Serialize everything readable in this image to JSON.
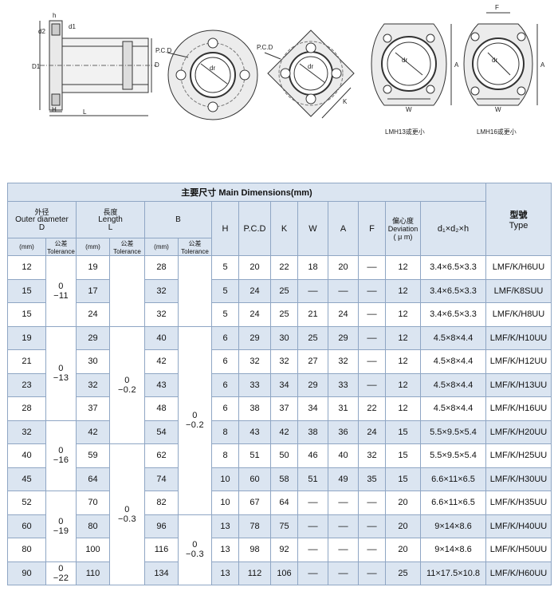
{
  "drawings": {
    "side_view": {
      "labels": [
        "h",
        "d2",
        "d1",
        "D1",
        "D",
        "H",
        "L"
      ]
    },
    "round_flange": {
      "labels": [
        "P.C.D",
        "dr"
      ]
    },
    "square_flange": {
      "labels": [
        "P.C.D",
        "dr",
        "K"
      ]
    },
    "lmh13": {
      "labels": [
        "dr",
        "A",
        "W"
      ],
      "caption": "LMH13或更小"
    },
    "lmh16": {
      "labels": [
        "F",
        "dr",
        "A",
        "W"
      ],
      "caption": "LMH16或更小"
    }
  },
  "table": {
    "title": "主要尺寸  Main Dimensions(mm)",
    "headers": {
      "outer_diameter": {
        "cn": "外径",
        "en": "Outer diameter",
        "sym": "D",
        "unit": "(mm)",
        "tol_cn": "公差",
        "tol_en": "Tolerance"
      },
      "length": {
        "cn": "長度",
        "en": "Length",
        "sym": "L",
        "unit": "(mm)",
        "tol_cn": "公差",
        "tol_en": "Tolerance"
      },
      "b": {
        "sym": "B",
        "unit": "(mm)",
        "tol_cn": "公差",
        "tol_en": "Tolerance"
      },
      "h": "H",
      "pcd": "P.C.D",
      "k": "K",
      "w": "W",
      "a": "A",
      "f": "F",
      "deviation": {
        "cn": "偏心度",
        "en": "Deviation",
        "unit": "( μ m)"
      },
      "bolt": "d₁×d₂×h",
      "type": {
        "cn": "型號",
        "en": "Type"
      }
    },
    "tolerances": {
      "D": [
        {
          "rows": 3,
          "top": "0",
          "bottom": "−11"
        },
        {
          "rows": 4,
          "top": "0",
          "bottom": "−13"
        },
        {
          "rows": 3,
          "top": "0",
          "bottom": "−16"
        },
        {
          "rows": 3,
          "top": "0",
          "bottom": "−19"
        },
        {
          "rows": 1,
          "top": "0",
          "bottom": "−22"
        }
      ],
      "L": [
        {
          "rows": 3,
          "top": "",
          "bottom": ""
        },
        {
          "rows": 5,
          "top": "0",
          "bottom": "−0.2"
        },
        {
          "rows": 6,
          "top": "0",
          "bottom": "−0.3"
        }
      ],
      "B": [
        {
          "rows": 3,
          "top": "",
          "bottom": ""
        },
        {
          "rows": 8,
          "top": "0",
          "bottom": "−0.2"
        },
        {
          "rows": 3,
          "top": "0",
          "bottom": "−0.3"
        }
      ]
    },
    "rows": [
      {
        "D": "12",
        "L": "19",
        "B": "28",
        "H": "5",
        "PCD": "20",
        "K": "22",
        "W": "18",
        "A": "20",
        "F": "––",
        "dev": "12",
        "bolt": "3.4×6.5×3.3",
        "type": "LMF/K/H6UU"
      },
      {
        "D": "15",
        "L": "17",
        "B": "32",
        "H": "5",
        "PCD": "24",
        "K": "25",
        "W": "––",
        "A": "––",
        "F": "––",
        "dev": "12",
        "bolt": "3.4×6.5×3.3",
        "type": "LMF/K8SUU"
      },
      {
        "D": "15",
        "L": "24",
        "B": "32",
        "H": "5",
        "PCD": "24",
        "K": "25",
        "W": "21",
        "A": "24",
        "F": "––",
        "dev": "12",
        "bolt": "3.4×6.5×3.3",
        "type": "LMF/K/H8UU"
      },
      {
        "D": "19",
        "L": "29",
        "B": "40",
        "H": "6",
        "PCD": "29",
        "K": "30",
        "W": "25",
        "A": "29",
        "F": "––",
        "dev": "12",
        "bolt": "4.5×8×4.4",
        "type": "LMF/K/H10UU"
      },
      {
        "D": "21",
        "L": "30",
        "B": "42",
        "H": "6",
        "PCD": "32",
        "K": "32",
        "W": "27",
        "A": "32",
        "F": "––",
        "dev": "12",
        "bolt": "4.5×8×4.4",
        "type": "LMF/K/H12UU"
      },
      {
        "D": "23",
        "L": "32",
        "B": "43",
        "H": "6",
        "PCD": "33",
        "K": "34",
        "W": "29",
        "A": "33",
        "F": "––",
        "dev": "12",
        "bolt": "4.5×8×4.4",
        "type": "LMF/K/H13UU"
      },
      {
        "D": "28",
        "L": "37",
        "B": "48",
        "H": "6",
        "PCD": "38",
        "K": "37",
        "W": "34",
        "A": "31",
        "F": "22",
        "dev": "12",
        "bolt": "4.5×8×4.4",
        "type": "LMF/K/H16UU"
      },
      {
        "D": "32",
        "L": "42",
        "B": "54",
        "H": "8",
        "PCD": "43",
        "K": "42",
        "W": "38",
        "A": "36",
        "F": "24",
        "dev": "15",
        "bolt": "5.5×9.5×5.4",
        "type": "LMF/K/H20UU"
      },
      {
        "D": "40",
        "L": "59",
        "B": "62",
        "H": "8",
        "PCD": "51",
        "K": "50",
        "W": "46",
        "A": "40",
        "F": "32",
        "dev": "15",
        "bolt": "5.5×9.5×5.4",
        "type": "LMF/K/H25UU"
      },
      {
        "D": "45",
        "L": "64",
        "B": "74",
        "H": "10",
        "PCD": "60",
        "K": "58",
        "W": "51",
        "A": "49",
        "F": "35",
        "dev": "15",
        "bolt": "6.6×11×6.5",
        "type": "LMF/K/H30UU"
      },
      {
        "D": "52",
        "L": "70",
        "B": "82",
        "H": "10",
        "PCD": "67",
        "K": "64",
        "W": "––",
        "A": "––",
        "F": "––",
        "dev": "20",
        "bolt": "6.6×11×6.5",
        "type": "LMF/K/H35UU"
      },
      {
        "D": "60",
        "L": "80",
        "B": "96",
        "H": "13",
        "PCD": "78",
        "K": "75",
        "W": "––",
        "A": "––",
        "F": "––",
        "dev": "20",
        "bolt": "9×14×8.6",
        "type": "LMF/K/H40UU"
      },
      {
        "D": "80",
        "L": "100",
        "B": "116",
        "H": "13",
        "PCD": "98",
        "K": "92",
        "W": "––",
        "A": "––",
        "F": "––",
        "dev": "20",
        "bolt": "9×14×8.6",
        "type": "LMF/K/H50UU"
      },
      {
        "D": "90",
        "L": "110",
        "B": "134",
        "H": "13",
        "PCD": "112",
        "K": "106",
        "W": "––",
        "A": "––",
        "F": "––",
        "dev": "25",
        "bolt": "11×17.5×10.8",
        "type": "LMF/K/H60UU"
      }
    ]
  }
}
